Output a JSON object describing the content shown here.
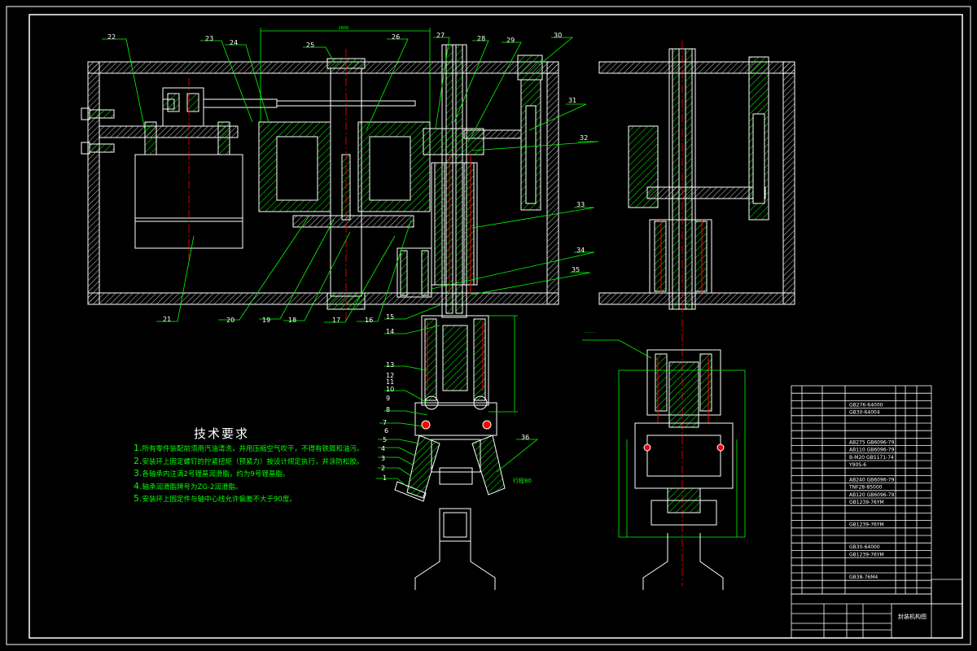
{
  "colors": {
    "background": "#000000",
    "outline": "#ffffff",
    "leader": "#00ff00",
    "centerline": "#ff0000",
    "hatch": "#00ff00",
    "dimension": "#00ff00"
  },
  "part_labels": [
    "1",
    "2",
    "3",
    "4",
    "5",
    "6",
    "7",
    "8",
    "9",
    "10",
    "11",
    "12",
    "13",
    "14",
    "15",
    "16",
    "17",
    "18",
    "19",
    "20",
    "21",
    "22",
    "23",
    "24",
    "25",
    "26",
    "27",
    "28",
    "29",
    "30",
    "31",
    "32",
    "33",
    "34",
    "35",
    "36"
  ],
  "technical_requirements": {
    "title": "技术要求",
    "items": [
      {
        "num": "1.",
        "text": "所有零件装配前须用汽油清洗，并用压缩空气吹干，不得有铁屑和油污。"
      },
      {
        "num": "2.",
        "text": "安装环上固定螺钉的拧紧扭矩（预紧力）按设计规定执行，并涂防松胶。"
      },
      {
        "num": "3.",
        "text": "各轴承内注满2号锂基润滑脂，约为9号锂基脂。"
      },
      {
        "num": "4.",
        "text": "轴承润滑脂牌号为ZG-2润滑脂。"
      },
      {
        "num": "5.",
        "text": "安装环上固定件与轴中心线允许偏差不大于90度。"
      }
    ]
  },
  "annotations": {
    "stroke_note": "行程80",
    "left_dim_label": "2600"
  },
  "title_block": {
    "drawing_name": "封装机构图",
    "standards": [
      "GB276-64000",
      "GB30-64004",
      "AB275 GB6096-79",
      "AB110 GB6096-79",
      "B-M20 GB5171-74",
      "Y90S-6",
      "AB240 GB6096-79",
      "TNF28-85000",
      "AB120 GB6096-79",
      "GB1239-76YM",
      "GB1239-76YM",
      "GB30-64000",
      "GB1239-76YM",
      "GB38-76M4"
    ]
  }
}
